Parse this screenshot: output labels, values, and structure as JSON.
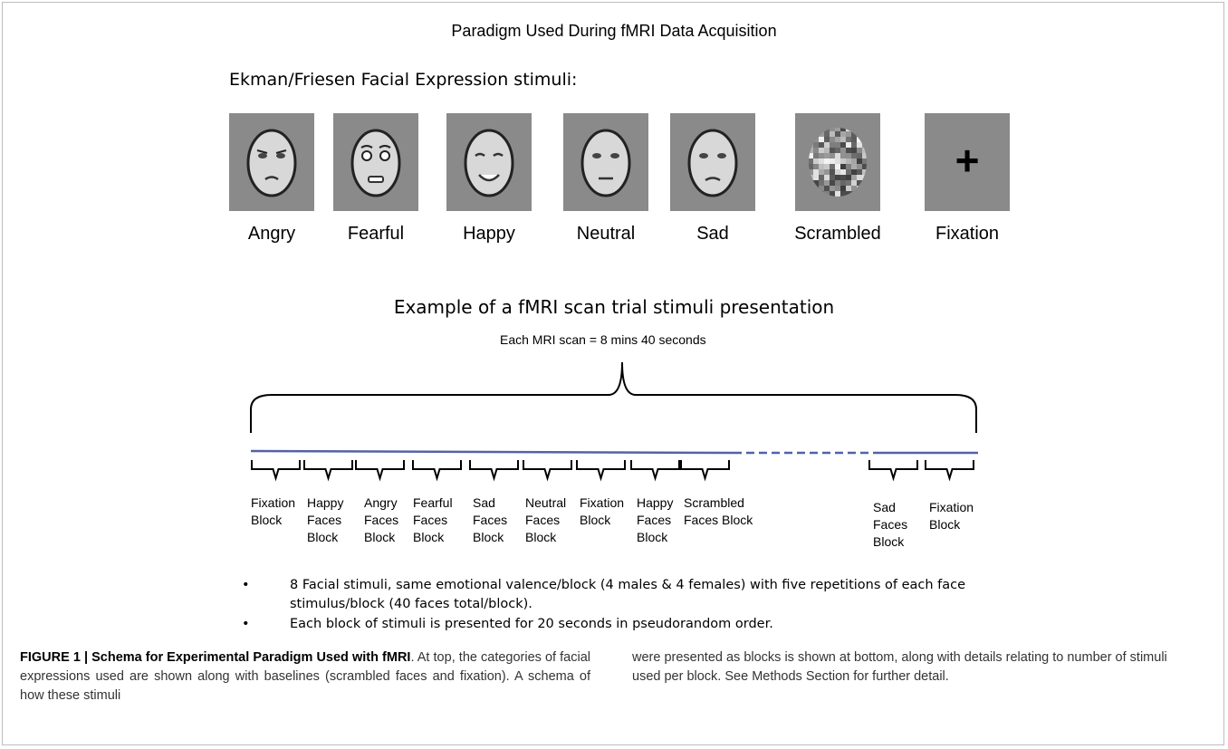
{
  "figure": {
    "title": "Paradigm Used During fMRI Data Acquisition",
    "stimuli_heading": "Ekman/Friesen Facial Expression stimuli:",
    "stimuli": [
      {
        "label": "Angry",
        "icon": "face-angry-icon"
      },
      {
        "label": "Fearful",
        "icon": "face-fearful-icon"
      },
      {
        "label": "Happy",
        "icon": "face-happy-icon"
      },
      {
        "label": "Neutral",
        "icon": "face-neutral-icon"
      },
      {
        "label": "Sad",
        "icon": "face-sad-icon"
      },
      {
        "label": "Scrambled",
        "icon": "scrambled-face-icon"
      },
      {
        "label": "Fixation",
        "icon": "fixation-cross-icon"
      }
    ],
    "fixation_symbol": "+",
    "trial_heading": "Example of a fMRI scan trial stimuli presentation",
    "scan_duration": "Each MRI scan = 8 mins 40 seconds",
    "blocks": [
      "Fixation Block",
      "Happy Faces Block",
      "Angry Faces Block",
      "Fearful Faces Block",
      "Sad Faces Block",
      "Neutral Faces Block",
      "Fixation Block",
      "Happy Faces Block",
      "Scrambled Faces Block",
      "Sad Faces Block",
      "Fixation Block"
    ],
    "bullet_symbol": "•",
    "notes": [
      "8 Facial stimuli, same emotional valence/block (4 males & 4 females) with five repetitions of each face stimulus/block (40 faces total/block).",
      "Each block of stimuli is presented for 20 seconds in pseudorandom order."
    ]
  },
  "caption": {
    "label": "FIGURE 1 | Schema for Experimental Paradigm Used with fMRI",
    "text_left": ". At top, the categories of facial expressions used are shown along with baselines (scrambled faces and fixation). A schema of how these stimuli",
    "text_right": "were presented as blocks is shown at bottom, along with details relating to number of stimuli used per block. See Methods Section for further detail."
  },
  "colors": {
    "tile_background": "#8a8a8a",
    "timeline": "#5561a8",
    "caption_text": "#333333"
  }
}
